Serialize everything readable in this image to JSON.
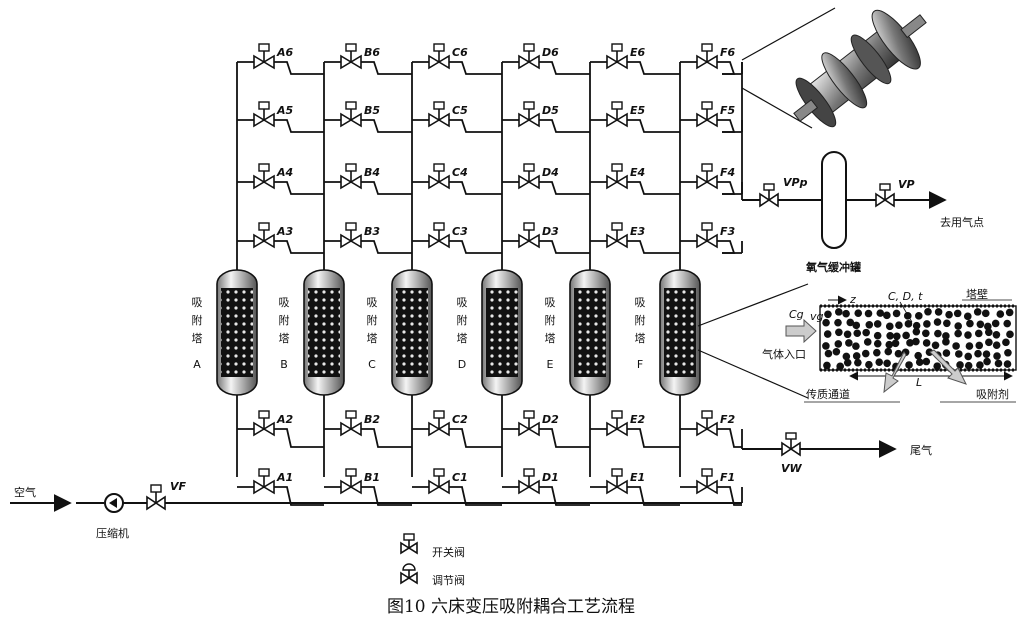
{
  "caption": "图10   六床变压吸附耦合工艺流程",
  "labels": {
    "air": "空气",
    "compressor": "压缩机",
    "feed_valve": "VF",
    "waste_valve": "VW",
    "waste_gas": "尾气",
    "product_valve": "VPp",
    "out_valve": "VP",
    "to_use": "去用气点",
    "buffer_tank": "氧气缓冲罐"
  },
  "towers": [
    {
      "id": "A",
      "name": "吸附塔",
      "letter": "A"
    },
    {
      "id": "B",
      "name": "吸附塔",
      "letter": "B"
    },
    {
      "id": "C",
      "name": "吸附塔",
      "letter": "C"
    },
    {
      "id": "D",
      "name": "吸附塔",
      "letter": "D"
    },
    {
      "id": "E",
      "name": "吸附塔",
      "letter": "E"
    },
    {
      "id": "F",
      "name": "吸附塔",
      "letter": "F"
    }
  ],
  "valves": {
    "top": [
      [
        "A6",
        "B6",
        "C6",
        "D6",
        "E6",
        "F6"
      ],
      [
        "A5",
        "B5",
        "C5",
        "D5",
        "E5",
        "F5"
      ],
      [
        "A4",
        "B4",
        "C4",
        "D4",
        "E4",
        "F4"
      ],
      [
        "A3",
        "B3",
        "C3",
        "D3",
        "E3",
        "F3"
      ]
    ],
    "bottom": [
      [
        "A2",
        "B2",
        "C2",
        "D2",
        "E2",
        "F2"
      ],
      [
        "A1",
        "B1",
        "C1",
        "D1",
        "E1",
        "F1"
      ]
    ]
  },
  "legend": {
    "switch_valve": "开关阀",
    "control_valve": "调节阀"
  },
  "detail": {
    "wall": "塔壁",
    "inlet": "气体入口",
    "channel": "传质通道",
    "adsorbent": "吸附剂",
    "axis_z": "z",
    "axis_l": "L",
    "vars": "C, D, t",
    "cg": "Cg",
    "vg": "vg"
  }
}
